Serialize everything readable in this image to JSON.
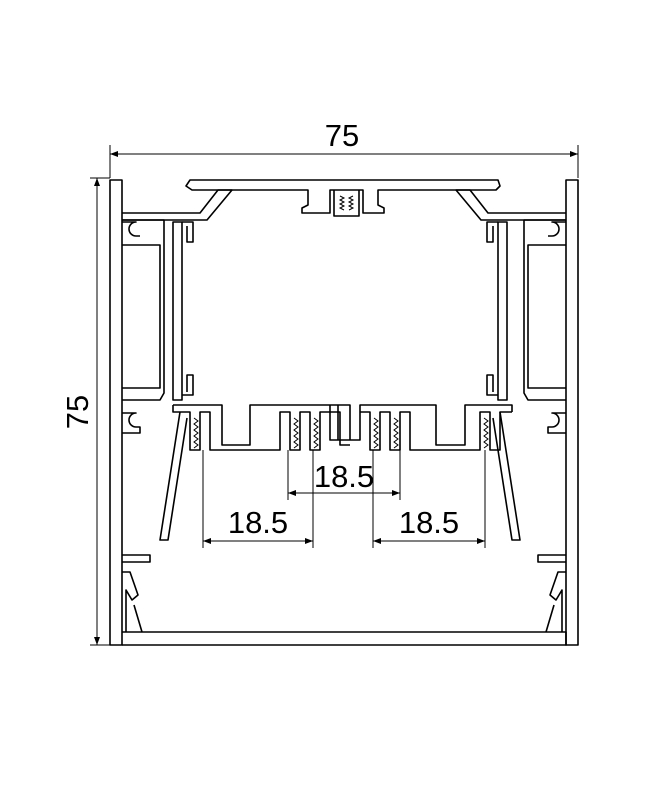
{
  "drawing": {
    "title": "aluminium profile cross-section",
    "width_dimension": "75",
    "height_dimension": "75",
    "fin_spacing_center": "18.5",
    "fin_spacing_left": "18.5",
    "fin_spacing_right": "18.5",
    "line_color": "#000000",
    "background_color": "#ffffff"
  }
}
